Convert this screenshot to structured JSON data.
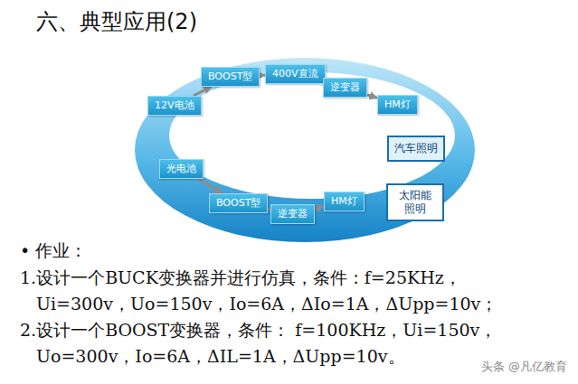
{
  "diagram": {
    "title": "六、典型应用(2)",
    "nodes": [
      {
        "text": [
          "12V电池"
        ]
      },
      {
        "text": [
          "BOOST型"
        ]
      },
      {
        "text": [
          "400V直流"
        ]
      },
      {
        "text": [
          "逆变器"
        ]
      },
      {
        "text": [
          "HM灯"
        ]
      },
      {
        "text": [
          "汽车照明"
        ]
      },
      {
        "text": [
          "光电池"
        ]
      },
      {
        "text": [
          "BOOST型"
        ]
      },
      {
        "text": [
          "逆变器"
        ]
      },
      {
        "text": [
          "HM灯"
        ]
      },
      {
        "text": [
          "太阳能照明"
        ]
      }
    ],
    "edges": [
      {
        "from": 0,
        "to": 1,
        "arrow": "to"
      },
      {
        "from": 1,
        "to": 2,
        "arrow": "to"
      },
      {
        "from": 2,
        "to": 3,
        "arrow": "to"
      },
      {
        "from": 3,
        "to": 4,
        "arrow": "to"
      },
      {
        "from": 6,
        "to": 7,
        "arrow": "to"
      },
      {
        "from": 7,
        "to": 8,
        "arrow": "to"
      },
      {
        "from": 8,
        "to": 9,
        "arrow": "to"
      }
    ],
    "labels": [
      "• 作业：",
      "1.设计一个BUCK变换器并进行仿真，条件：f=25KHz，Ui=300v，Uo=150v，Io=6A，ΔIo=1A，ΔUpp=10v；",
      "2.设计一个BOOST变换器，条件： f=100KHz，Ui=150v，Uo=300v，Io=6A，ΔIL=1A，ΔUpp=10v。",
      "头条 @凡亿教育"
    ]
  }
}
